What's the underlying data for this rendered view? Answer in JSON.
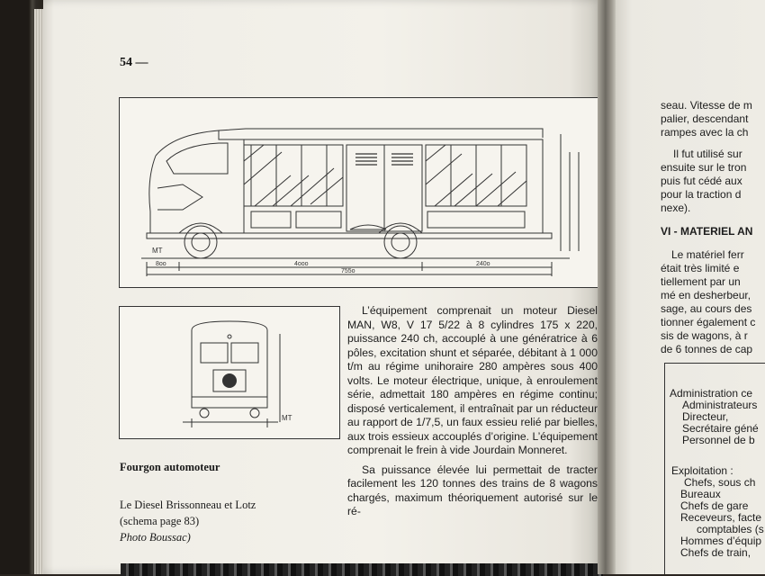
{
  "page": {
    "number": "54 —"
  },
  "left_captions": {
    "fourgon": "Fourgon automoteur",
    "diesel": "Le Diesel Brissonneau et Lotz",
    "schema": "(schema page 83)",
    "photo": "Photo Boussac)"
  },
  "drawing_labels": {
    "mt": "MT",
    "dim_a": "8oo",
    "dim_b": "4ooo",
    "dim_c": "240o",
    "dim_total": "755o"
  },
  "end_drawing_labels": {
    "mt": "MT"
  },
  "body": {
    "p1": "L’équipement comprenait un moteur Diesel MAN, W8, V 17 5/22 à 8 cylindres 175 x 220, puissance 240 ch, accouplé à une génératrice à 6 pôles, excitation shunt et séparée, débitant à 1 000 t/m au régime unihoraire 280 ampères sous 400 volts. Le moteur électrique, unique, à enroulement série, admettait 180 ampères en régime continu; disposé verticalement, il entraînait par un réducteur au rapport de 1/7,5, un faux essieu relié par bielles, aux trois essieux accouplés d’origine. L’équipement comprenait le frein à vide Jourdain Monneret.",
    "p2": "Sa puissance élevée lui permettait de tracter facilement les 120 tonnes des trains de 8 wagons chargés, maximum théoriquement autorisé sur le ré-"
  },
  "right_page": {
    "l1": "seau. Vitesse de m",
    "l2": "palier, descendant",
    "l3": "rampes avec la ch",
    "l4": "Il fut utilisé sur",
    "l5": "ensuite sur le tron",
    "l6": "puis fut cédé aux",
    "l7": "pour la traction d",
    "l8": "nexe).",
    "heading": "VI - MATERIEL AN",
    "l9": "Le matériel ferr",
    "l10": "était très limité e",
    "l11": "tiellement par un",
    "l12": "mé en desherbeur,",
    "l13": "sage, au cours des",
    "l14": "tionner également c",
    "l15": "sis de wagons, à r",
    "l16": "de 6 tonnes de cap",
    "b1": "Administration ce",
    "b2": "Administrateurs",
    "b3": "Directeur,",
    "b4": "Secrétaire géné",
    "b5": "Personnel de b",
    "b6": "Exploitation :",
    "b7": "Chefs, sous ch",
    "b8": "Bureaux",
    "b9": "Chefs de gare",
    "b10": "Receveurs, facte",
    "b11": "comptables (s",
    "b12": "Hommes d’équip",
    "b13": "Chefs de train,"
  }
}
